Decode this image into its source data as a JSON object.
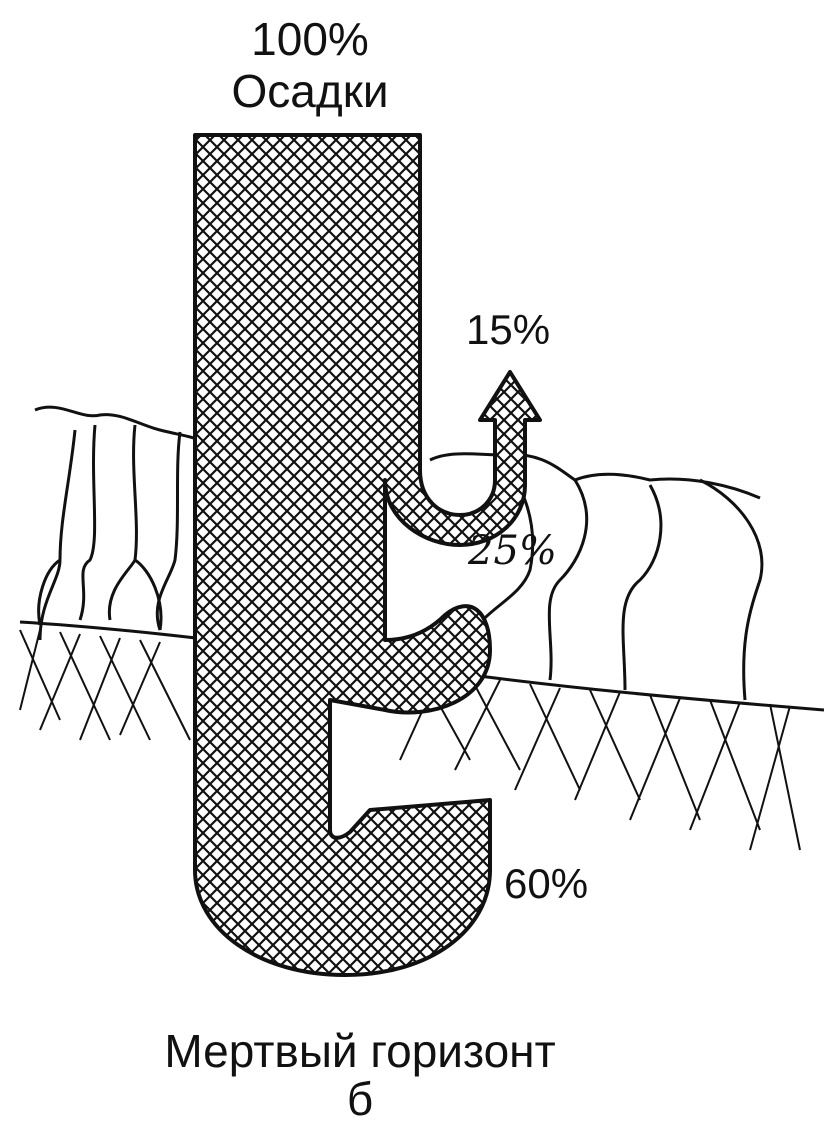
{
  "labels": {
    "precipitation_percent": "100%",
    "precipitation": "Осадки",
    "evaporation_percent": "15%",
    "interception_percent": "25%",
    "runoff_percent": "60%",
    "dead_horizon": "Мертвый горизонт",
    "panel_letter": "б"
  },
  "colors": {
    "ink": "#111111",
    "background": "#ffffff"
  }
}
